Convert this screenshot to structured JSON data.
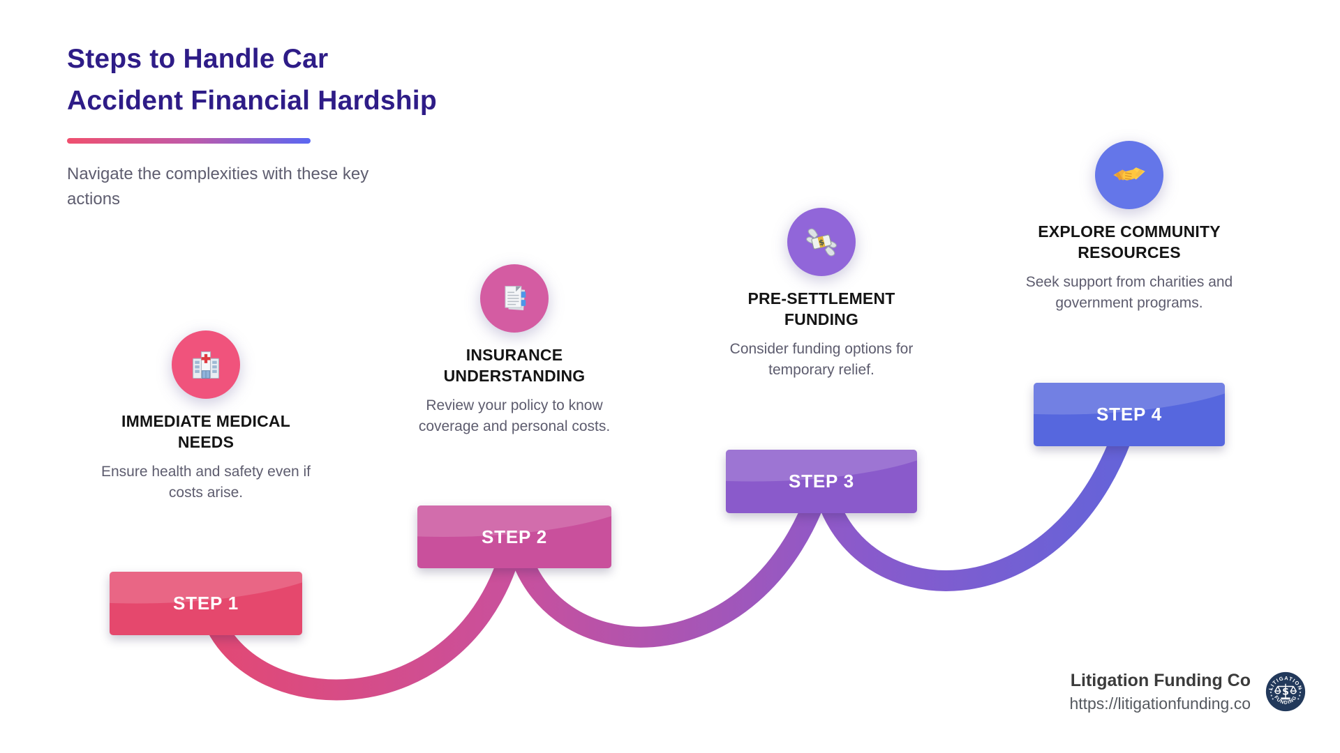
{
  "header": {
    "title_line1": "Steps to Handle Car",
    "title_line2": "Accident Financial Hardship",
    "subtitle": "Navigate the complexities with these key actions",
    "accent_gradient_start": "#F0506E",
    "accent_gradient_end": "#5A67F2",
    "title_color": "#2E1C87"
  },
  "steps": [
    {
      "label": "STEP 1",
      "heading": "IMMEDIATE MEDICAL NEEDS",
      "description": "Ensure health and safety even if costs arise.",
      "icon": "hospital-icon",
      "circle_color": "#F0537C",
      "box_color": "#E5486D"
    },
    {
      "label": "STEP 2",
      "heading": "INSURANCE UNDERSTANDING",
      "description": "Review your policy to know coverage and personal costs.",
      "icon": "bookmark-tabs-icon",
      "circle_color": "#D45CA2",
      "box_color": "#C9509C"
    },
    {
      "label": "STEP 3",
      "heading": "PRE-SETTLEMENT FUNDING",
      "description": "Consider funding options for temporary relief.",
      "icon": "money-with-wings-icon",
      "circle_color": "#9166D9",
      "box_color": "#8A5ACB"
    },
    {
      "label": "STEP 4",
      "heading": "EXPLORE COMMUNITY RESOURCES",
      "description": "Seek support from charities and government programs.",
      "icon": "handshake-icon",
      "circle_color": "#6476E9",
      "box_color": "#5667DE"
    }
  ],
  "curve_colors": [
    "#E8476B",
    "#C9509C",
    "#8A5ACB",
    "#5667DE"
  ],
  "footer": {
    "company": "Litigation Funding Co",
    "url": "https://litigationfunding.co",
    "logo_text_top": "LITIGATION",
    "logo_text_bottom": "FUNDING",
    "logo_bg_color": "#22395B"
  }
}
